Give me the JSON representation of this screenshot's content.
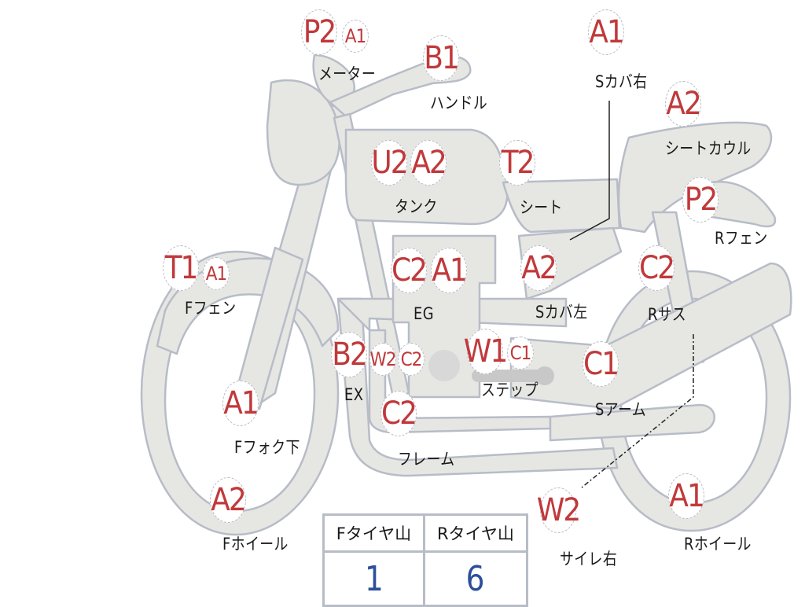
{
  "diagram": {
    "colors": {
      "part_fill": "#e6e6e3",
      "part_stroke": "#b7bcc7",
      "code_text": "#c0393b",
      "label_text": "#1a1a1a",
      "value_text": "#2c4f9c"
    },
    "parts": [
      {
        "id": "meter",
        "label": "メーター",
        "codes": [
          "P2",
          "A1"
        ]
      },
      {
        "id": "handle",
        "label": "ハンドル",
        "codes": [
          "B1"
        ]
      },
      {
        "id": "side-cover-right",
        "label": "Sカバ右",
        "codes": [
          "A1"
        ]
      },
      {
        "id": "seat-cowl",
        "label": "シートカウル",
        "codes": [
          "A2"
        ]
      },
      {
        "id": "tank",
        "label": "タンク",
        "codes": [
          "U2",
          "A2"
        ]
      },
      {
        "id": "seat",
        "label": "シート",
        "codes": [
          "T2"
        ]
      },
      {
        "id": "rear-fender",
        "label": "Rフェン",
        "codes": [
          "P2"
        ]
      },
      {
        "id": "front-fender",
        "label": "Fフェン",
        "codes": [
          "T1",
          "A1"
        ]
      },
      {
        "id": "engine",
        "label": "EG",
        "codes": [
          "C2",
          "A1"
        ]
      },
      {
        "id": "side-cover-left",
        "label": "Sカバ左",
        "codes": [
          "A2"
        ]
      },
      {
        "id": "rear-suspension",
        "label": "Rサス",
        "codes": [
          "C2"
        ]
      },
      {
        "id": "exhaust",
        "label": "EX",
        "codes": [
          "B2",
          "W2",
          "C2"
        ]
      },
      {
        "id": "step",
        "label": "ステップ",
        "codes": [
          "W1",
          "C1"
        ]
      },
      {
        "id": "swing-arm",
        "label": "Sアーム",
        "codes": [
          "C1"
        ]
      },
      {
        "id": "front-fork-lower",
        "label": "Fフォク下",
        "codes": [
          "A1"
        ]
      },
      {
        "id": "frame",
        "label": "フレーム",
        "codes": [
          "C2"
        ]
      },
      {
        "id": "front-wheel",
        "label": "Fホイール",
        "codes": [
          "A2"
        ]
      },
      {
        "id": "silencer-right",
        "label": "サイレ右",
        "codes": [
          "W2"
        ]
      },
      {
        "id": "rear-wheel",
        "label": "Rホイール",
        "codes": [
          "A1"
        ]
      }
    ],
    "tire_table": {
      "headers": [
        "Fタイヤ山",
        "Rタイヤ山"
      ],
      "values": [
        "1",
        "6"
      ]
    }
  }
}
